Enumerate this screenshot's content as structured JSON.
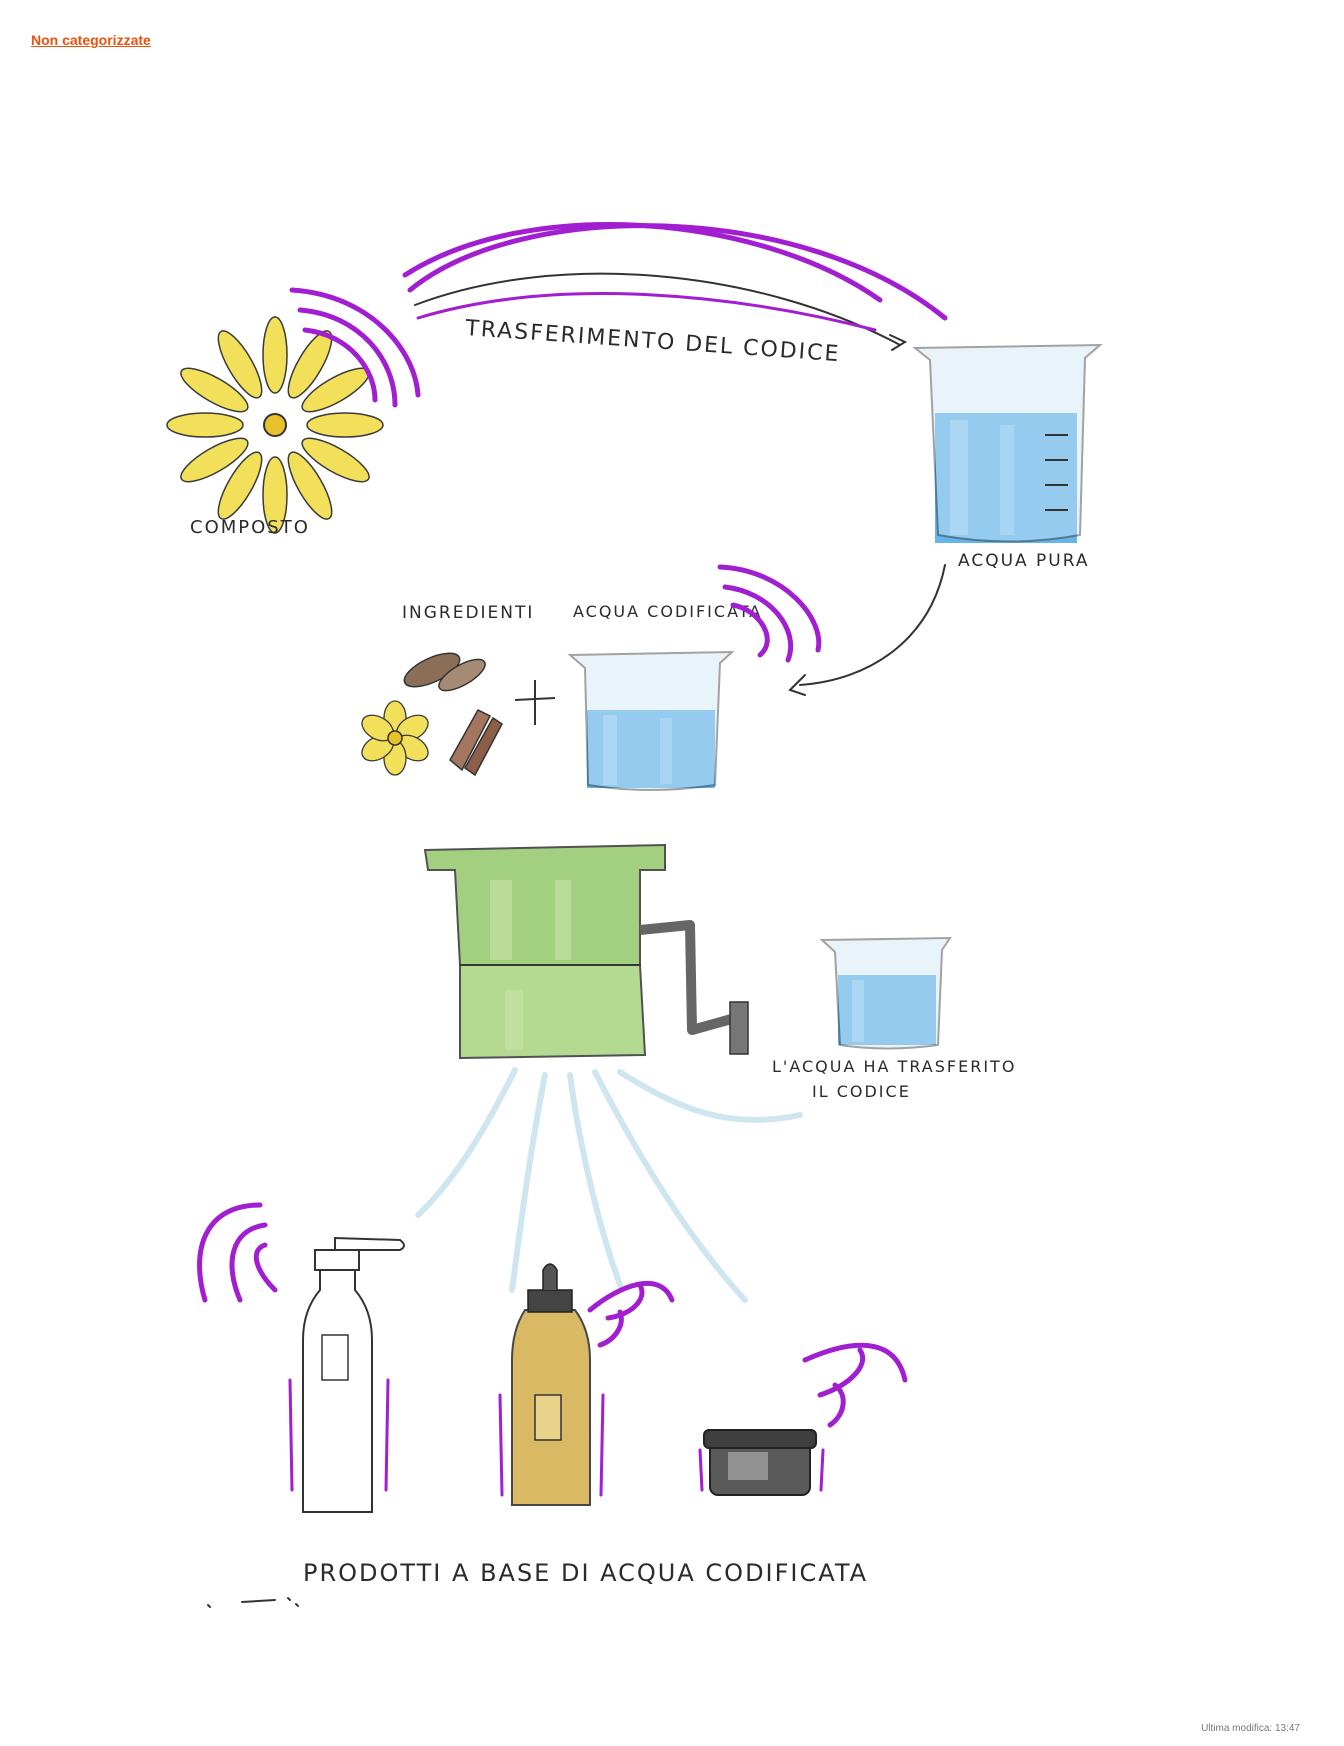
{
  "header": {
    "category_link": "Non categorizzate"
  },
  "illustration": {
    "labels": {
      "compound": "COMPOSTO",
      "code_transfer": "TRASFERIMENTO DEL CODICE",
      "pure_water": "ACQUA PURA",
      "ingredients": "INGREDIENTI",
      "coded_water": "ACQUA CODIFICATA",
      "water_transferred_1": "L'ACQUA HA TRASFERITO",
      "water_transferred_2": "IL CODICE",
      "products": "PRODOTTI A BASE DI ACQUA CODIFICATA"
    },
    "colors": {
      "vibration": "#a21fd1",
      "water": "#4aa8e6",
      "flower": "#f2e05a",
      "press": "#94c86a",
      "spray": "#cfe6f1"
    },
    "icons": [
      "flower-icon",
      "beaker-icon",
      "seed-icon",
      "press-icon",
      "bottle-icon",
      "dropper-icon",
      "jar-icon"
    ]
  },
  "footer": {
    "last_modified": "Ultima modifica: 13:47"
  }
}
